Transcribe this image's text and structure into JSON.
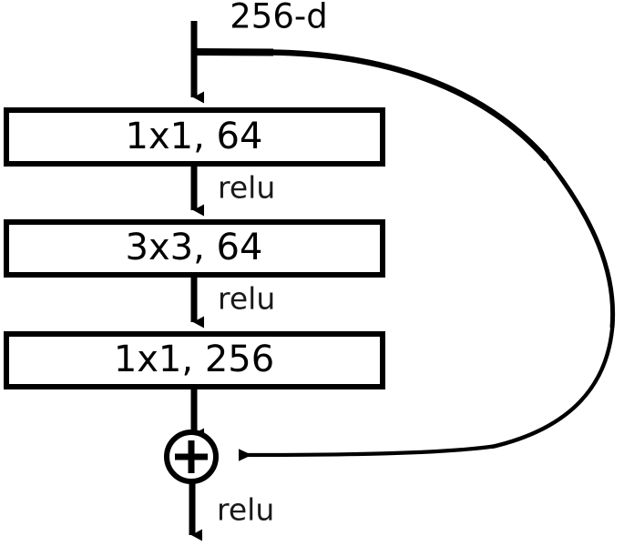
{
  "diagram": {
    "title": "residual-bottleneck-block",
    "input_label": "256-d",
    "blocks": [
      {
        "id": "conv1",
        "label": "1x1, 64"
      },
      {
        "id": "conv2",
        "label": "3x3, 64"
      },
      {
        "id": "conv3",
        "label": "1x1, 256"
      }
    ],
    "edge_labels": {
      "after_conv1": "relu",
      "after_conv2": "relu",
      "after_sum": "relu"
    },
    "sum_node": {
      "symbol": "+",
      "name": "addition-node"
    },
    "skip_connection": {
      "name": "identity-shortcut",
      "from": "input",
      "to": "addition-node"
    },
    "colors": {
      "stroke": "#000000",
      "fill": "#ffffff",
      "text": "#000000"
    }
  }
}
